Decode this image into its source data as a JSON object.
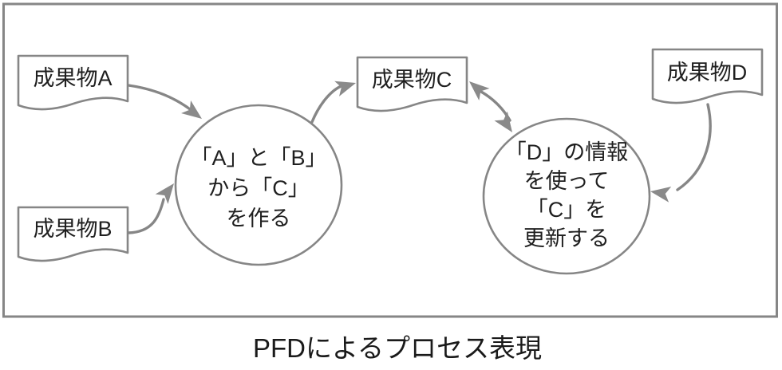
{
  "caption": "PFDによるプロセス表現",
  "colors": {
    "line": "#868686",
    "arrowhead": "#8a8a8a",
    "text": "#1f1f1f",
    "background": "#ffffff"
  },
  "artifacts": [
    {
      "id": "A",
      "label": "成果物A"
    },
    {
      "id": "B",
      "label": "成果物B"
    },
    {
      "id": "C",
      "label": "成果物C"
    },
    {
      "id": "D",
      "label": "成果物D"
    }
  ],
  "processes": [
    {
      "id": "process-1",
      "lines": [
        "「A」と「B」",
        "から「C」",
        "を作る"
      ]
    },
    {
      "id": "process-2",
      "lines": [
        "「D」の情報",
        "を使って",
        "「C」を",
        "更新する"
      ]
    }
  ],
  "arrows": [
    {
      "from": "成果物A",
      "to": "process-1",
      "type": "single"
    },
    {
      "from": "成果物B",
      "to": "process-1",
      "type": "single"
    },
    {
      "from": "process-1",
      "to": "成果物C",
      "type": "single"
    },
    {
      "between": [
        "成果物C",
        "process-2"
      ],
      "type": "double"
    },
    {
      "from": "成果物D",
      "to": "process-2",
      "type": "single"
    }
  ]
}
